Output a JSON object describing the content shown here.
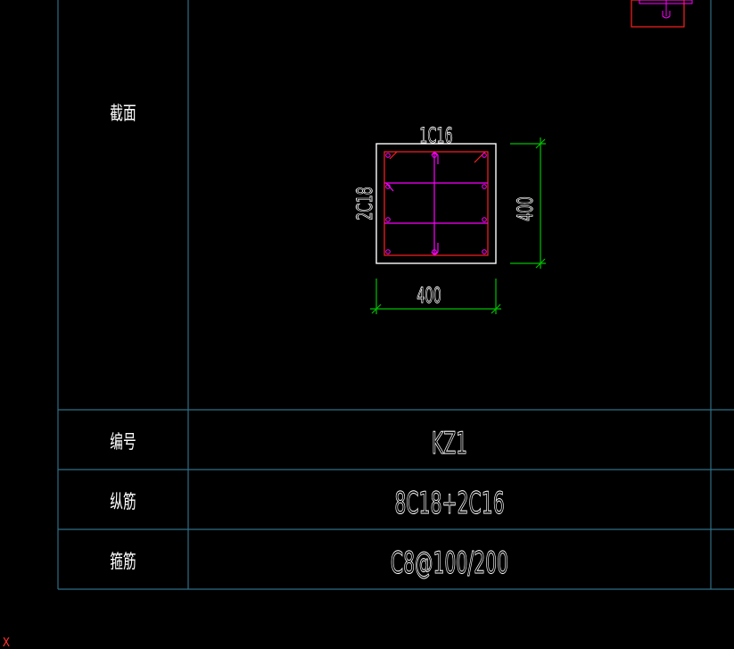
{
  "colors": {
    "background": "#000000",
    "table_lines": "#2f6f86",
    "text": "#ffffff",
    "concrete_outline": "#ffffff",
    "rebar_frame": "#ff2020",
    "stirrups": "#ff00ff",
    "dimension": "#00c000",
    "axis_marker": "#ff3030"
  },
  "table": {
    "rows": [
      {
        "label": "截面",
        "value": ""
      },
      {
        "label": "编号",
        "value": "KZ1"
      },
      {
        "label": "纵筋",
        "value": "8C18+2C16"
      },
      {
        "label": "箍筋",
        "value": "C8@100/200"
      }
    ]
  },
  "section": {
    "top_bar_label": "1C16",
    "side_bar_label": "2C18",
    "width_dim": "400",
    "height_dim": "400"
  },
  "axis_marker": "X"
}
